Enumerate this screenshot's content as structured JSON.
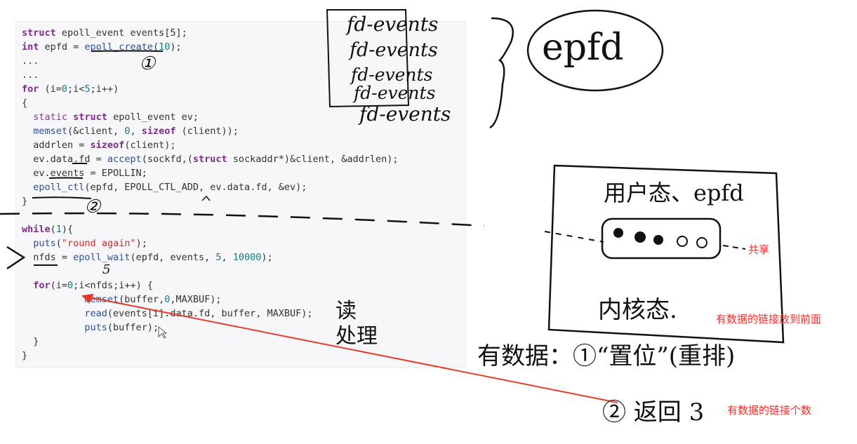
{
  "code_lines": [
    [
      {
        "t": "struct",
        "c": "kw"
      },
      {
        "t": " epoll_event events[5];",
        "c": "txt"
      }
    ],
    [
      {
        "t": "int",
        "c": "kw"
      },
      {
        "t": " epfd = ",
        "c": "txt"
      },
      {
        "t": "epoll_create",
        "c": "fn"
      },
      {
        "t": "(",
        "c": "txt"
      },
      {
        "t": "10",
        "c": "num"
      },
      {
        "t": ");",
        "c": "txt"
      }
    ],
    [
      {
        "t": "...",
        "c": "txt"
      }
    ],
    [
      {
        "t": "...",
        "c": "txt"
      }
    ],
    [
      {
        "t": "for",
        "c": "kw"
      },
      {
        "t": " (i=",
        "c": "txt"
      },
      {
        "t": "0",
        "c": "num"
      },
      {
        "t": ";i<",
        "c": "txt"
      },
      {
        "t": "5",
        "c": "num"
      },
      {
        "t": ";i++)",
        "c": "txt"
      }
    ],
    [
      {
        "t": "{",
        "c": "txt"
      }
    ],
    [
      {
        "t": "  static ",
        "c": "ty"
      },
      {
        "t": "struct",
        "c": "kw"
      },
      {
        "t": " epoll_event ev;",
        "c": "txt"
      }
    ],
    [
      {
        "t": "  memset",
        "c": "fn"
      },
      {
        "t": "(&client, ",
        "c": "txt"
      },
      {
        "t": "0",
        "c": "num"
      },
      {
        "t": ", ",
        "c": "txt"
      },
      {
        "t": "sizeof",
        "c": "kw"
      },
      {
        "t": " (client));",
        "c": "txt"
      }
    ],
    [
      {
        "t": "  addrlen = ",
        "c": "txt"
      },
      {
        "t": "sizeof",
        "c": "kw"
      },
      {
        "t": "(client);",
        "c": "txt"
      }
    ],
    [
      {
        "t": "  ev.data.fd = ",
        "c": "txt"
      },
      {
        "t": "accept",
        "c": "fn"
      },
      {
        "t": "(sockfd,(",
        "c": "txt"
      },
      {
        "t": "struct",
        "c": "kw"
      },
      {
        "t": " sockaddr*)&client, &addrlen);",
        "c": "txt"
      }
    ],
    [
      {
        "t": "  ev.events = EPOLLIN;",
        "c": "txt"
      }
    ],
    [
      {
        "t": "  epoll_ctl",
        "c": "fn"
      },
      {
        "t": "(epfd, EPOLL_CTL_ADD, ev.data.fd, &ev);",
        "c": "txt"
      }
    ],
    [
      {
        "t": "}",
        "c": "txt"
      }
    ],
    [
      {
        "t": "",
        "c": "txt"
      }
    ],
    [
      {
        "t": "while",
        "c": "kw"
      },
      {
        "t": "(",
        "c": "txt"
      },
      {
        "t": "1",
        "c": "num"
      },
      {
        "t": "){",
        "c": "txt"
      }
    ],
    [
      {
        "t": "  puts",
        "c": "fn"
      },
      {
        "t": "(",
        "c": "txt"
      },
      {
        "t": "\"round again\"",
        "c": "str"
      },
      {
        "t": ");",
        "c": "txt"
      }
    ],
    [
      {
        "t": "  nfds = ",
        "c": "txt"
      },
      {
        "t": "epoll_wait",
        "c": "fn"
      },
      {
        "t": "(epfd, events, ",
        "c": "txt"
      },
      {
        "t": "5",
        "c": "num"
      },
      {
        "t": ", ",
        "c": "txt"
      },
      {
        "t": "10000",
        "c": "num"
      },
      {
        "t": ");",
        "c": "txt"
      }
    ],
    [
      {
        "t": "",
        "c": "txt"
      }
    ],
    [
      {
        "t": "  for",
        "c": "kw"
      },
      {
        "t": "(i=",
        "c": "txt"
      },
      {
        "t": "0",
        "c": "num"
      },
      {
        "t": ";i<nfds;i++) {",
        "c": "txt"
      }
    ],
    [
      {
        "t": "           memset",
        "c": "fn"
      },
      {
        "t": "(buffer,",
        "c": "txt"
      },
      {
        "t": "0",
        "c": "num"
      },
      {
        "t": ",MAXBUF);",
        "c": "txt"
      }
    ],
    [
      {
        "t": "           read",
        "c": "fn"
      },
      {
        "t": "(events[i].data.fd, buffer, MAXBUF);",
        "c": "txt"
      }
    ],
    [
      {
        "t": "           puts",
        "c": "fn"
      },
      {
        "t": "(buffer);",
        "c": "txt"
      }
    ],
    [
      {
        "t": "  }",
        "c": "txt"
      }
    ],
    [
      {
        "t": "}",
        "c": "txt"
      }
    ]
  ],
  "handwriting": {
    "circle_one": "①",
    "circle_two": "②",
    "small_five": "5",
    "fd_events_1": "fd-events",
    "fd_events_2": "fd-events",
    "fd_events_3": "fd-events",
    "fd_events_4": "fd-events",
    "fd_events_5": "fd-events",
    "epfd_circle": "epfd",
    "user_mode": "用户态、epfd",
    "kernel_mode": "内核态.",
    "process": "读\n处理",
    "has_data": "有数据：①“置位”(重排)",
    "returns": "② 返回 3"
  },
  "notes": {
    "shared": "共享",
    "front": "有数据的链接放到前面",
    "count": "有数据的链接个数"
  },
  "colors": {
    "ink": "#111111",
    "red_note": "#ff2a2a",
    "arrow": "#e53b2c"
  }
}
